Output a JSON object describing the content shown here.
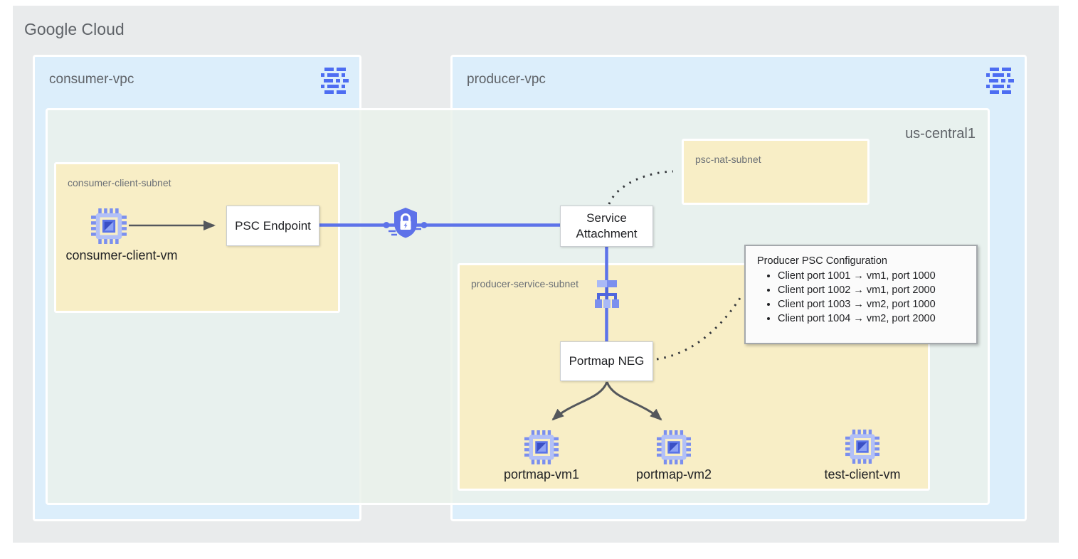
{
  "title": "Google Cloud",
  "consumer_vpc": {
    "label": "consumer-vpc"
  },
  "producer_vpc": {
    "label": "producer-vpc"
  },
  "region": {
    "label": "us-central1"
  },
  "subnets": {
    "consumer_client": "consumer-client-subnet",
    "psc_nat": "psc-nat-subnet",
    "producer_service": "producer-service-subnet"
  },
  "nodes": {
    "consumer_client_vm": "consumer-client-vm",
    "psc_endpoint": "PSC Endpoint",
    "service_attachment": "Service Attachment",
    "portmap_neg": "Portmap NEG",
    "portmap_vm1": "portmap-vm1",
    "portmap_vm2": "portmap-vm2",
    "test_client_vm": "test-client-vm"
  },
  "config_box": {
    "title": "Producer PSC Configuration",
    "items": [
      "Client port 1001 → vm1, port 1000",
      "Client port 1002 → vm1, port 2000",
      "Client port 1003 → vm2, port 1000",
      "Client port 1004 → vm2, port 2000"
    ]
  },
  "colors": {
    "outer_bg": "#e9ebec",
    "vpc_bg": "#dceefb",
    "region_bg": "#e8f0ea",
    "subnet_bg": "#f8eec6",
    "connector_blue": "#5d73e9",
    "icon_blue": "#7b8fee",
    "arrow_gray": "#54575c",
    "label_gray": "#5f6368",
    "text_dark": "#202124"
  }
}
